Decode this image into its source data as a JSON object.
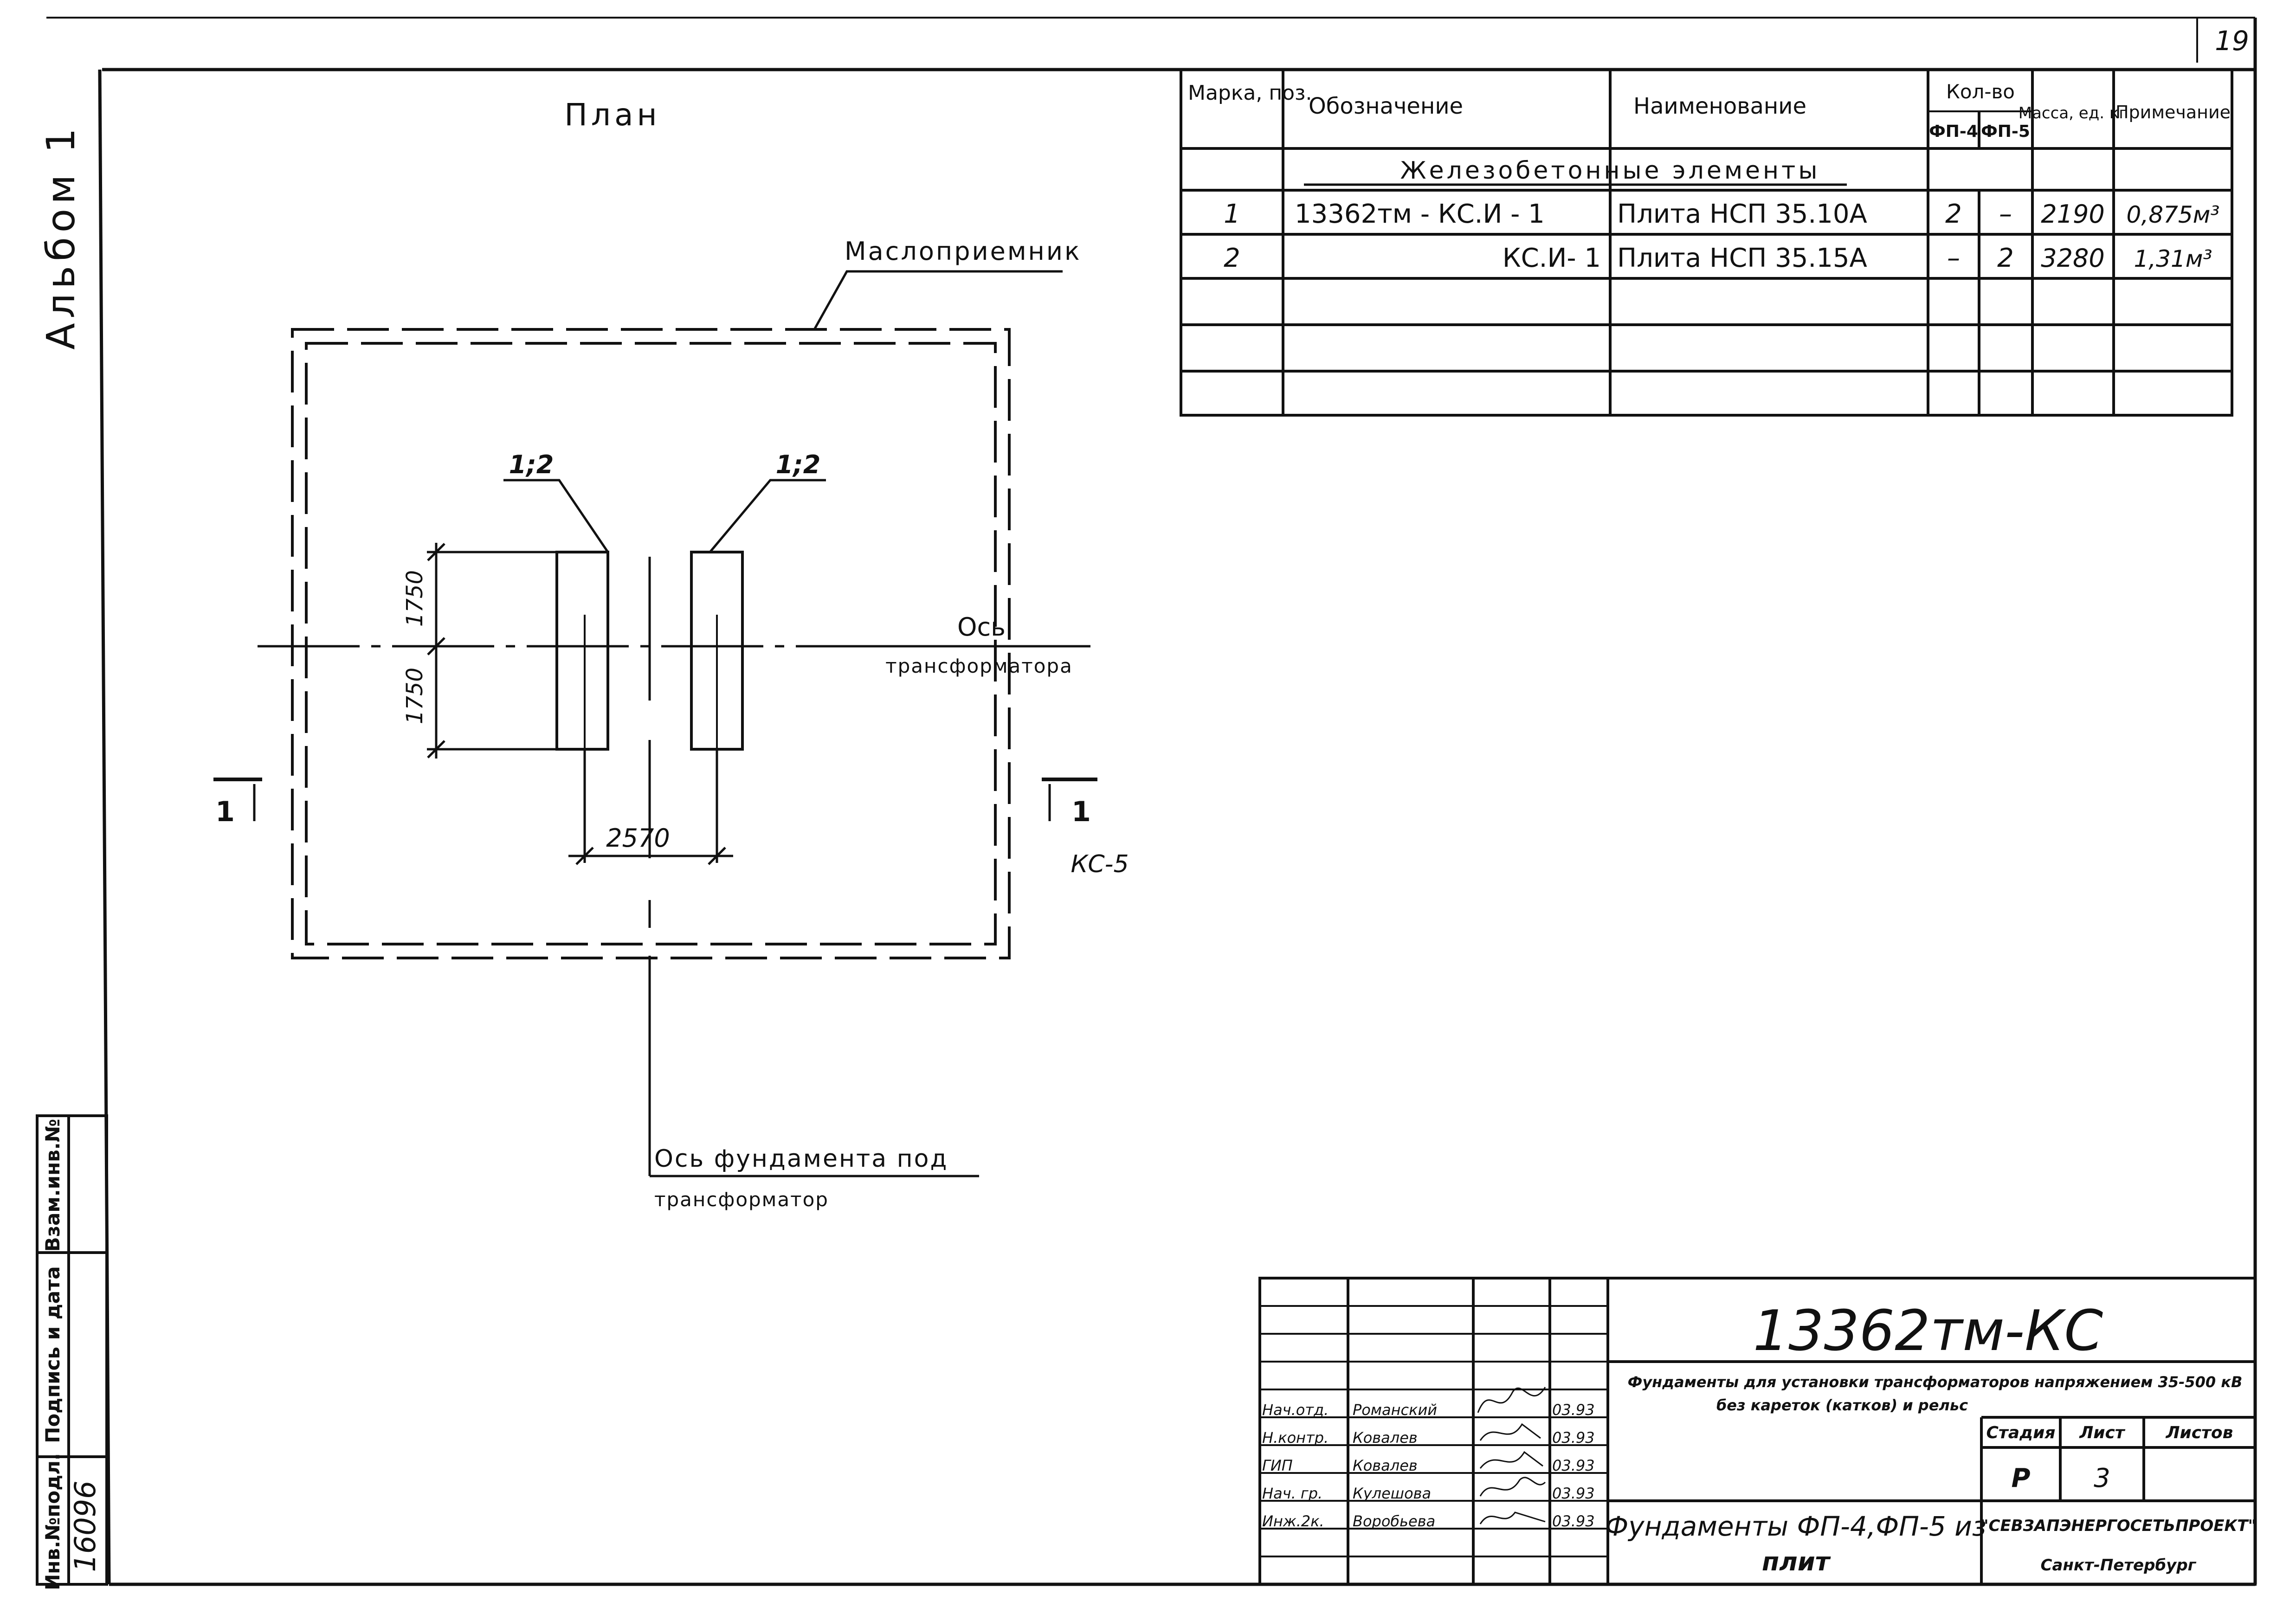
{
  "sheet": {
    "page_number": "19",
    "album_label": "Альбом 1"
  },
  "plan": {
    "title": "План",
    "oil_receiver_label": "Маслоприемник",
    "mark_left": "1;2",
    "mark_right": "1;2",
    "dim_upper": "1750",
    "dim_lower": "1750",
    "dim_span": "2570",
    "transformer_axis_line1": "Ось",
    "transformer_axis_line2": "трансформатора",
    "section_left": "1",
    "section_right": "1",
    "section_ref": "КС-5",
    "foundation_axis_line1": "Ось фундамента под",
    "foundation_axis_line2": "трансформатор"
  },
  "spec_table": {
    "headers": {
      "mark": "Марка, поз.",
      "designation": "Обозначение",
      "name": "Наименование",
      "qty": "Кол-во",
      "qty_fp4": "ФП-4",
      "qty_fp5": "ФП-5",
      "mass": "Масса, ед. кг",
      "note": "Примечание"
    },
    "section_title": "Железобетонные элементы",
    "rows": [
      {
        "mark": "1",
        "designation": "13362тм - КС.И - 1",
        "name": "Плита НСП 35.10А",
        "fp4": "2",
        "fp5": "–",
        "mass": "2190",
        "note": "0,875м³"
      },
      {
        "mark": "2",
        "designation": "КС.И- 1",
        "name": "Плита НСП 35.15А",
        "fp4": "–",
        "fp5": "2",
        "mass": "3280",
        "note": "1,31м³"
      }
    ]
  },
  "title_block": {
    "doc_code": "13362тм-КС",
    "project_line1": "Фундаменты для установки трансформаторов напряжением 35-500 кВ",
    "project_line2": "без кареток (катков) и рельс",
    "stage_header": "Стадия",
    "sheet_header": "Лист",
    "sheets_header": "Листов",
    "stage_value": "Р",
    "sheet_value": "3",
    "sheets_value": "",
    "sheet_title_line1": "Фундаменты ФП-4,ФП-5 из",
    "sheet_title_line2": "плит",
    "org_line1": "\"СЕВЗАПЭНЕРГОСЕТЬПРОЕКТ\"",
    "org_line2": "Санкт-Петербург",
    "signatures": [
      {
        "role": "Нач.отд.",
        "name": "Романский",
        "date": "03.93"
      },
      {
        "role": "Н.контр.",
        "name": "Ковалев",
        "date": "03.93"
      },
      {
        "role": "ГИП",
        "name": "Ковалев",
        "date": "03.93"
      },
      {
        "role": "Нач. гр.",
        "name": "Кулешова",
        "date": "03.93"
      },
      {
        "role": "Инж.2к.",
        "name": "Воробьева",
        "date": "03.93"
      }
    ]
  },
  "side_stamp": {
    "inv_header": "Инв.№подл.",
    "sign_header": "Подпись и дата",
    "replace_header": "Взам.инв.№",
    "inv_value": "16096"
  }
}
